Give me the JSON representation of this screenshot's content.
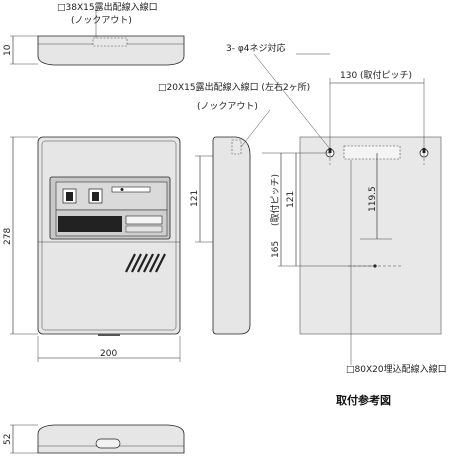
{
  "labels": {
    "top_knockout_1": "□38X15露出配線入線口",
    "top_knockout_2": "(ノックアウト)",
    "screw_holes": "3- φ4ネジ対応",
    "pitch_130": "130 (取付ピッチ)",
    "side_knockout_1": "□20X15露出配線入線口 (左右2ヶ所)",
    "side_knockout_2": "(ノックアウト)",
    "embed_knockout": "□80X20埋込配線入線口",
    "title": "取付参考図"
  },
  "dimensions": {
    "depth_top": "10",
    "height": "278",
    "width": "200",
    "depth_bottom": "52",
    "side_121": "121",
    "plate_121": "121",
    "plate_165": "165",
    "plate_119_5": "119.5",
    "pitch_vertical": "(取付ピッチ)"
  }
}
